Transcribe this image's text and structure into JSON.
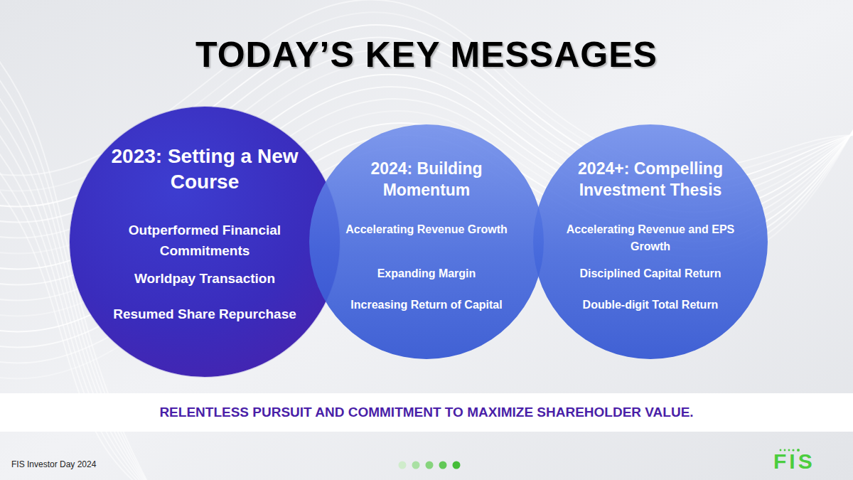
{
  "diagram": {
    "title": "TODAY’S KEY MESSAGES",
    "nodes": [
      {
        "text": [
          "2023: Setting a New Course",
          "Outperformed Financial Commitments",
          "Worldpay Transaction",
          "Resumed Share Repurchase"
        ]
      },
      {
        "text": [
          "2024: Building Momentum",
          "Accelerating Revenue Growth",
          "Expanding Margin",
          "Increasing Return of Capital"
        ]
      },
      {
        "text": [
          "2024+: Compelling Investment Thesis",
          "Accelerating Revenue and EPS Growth",
          "Disciplined Capital Return",
          "Double-digit Total Return"
        ]
      },
      {
        "text": [
          "RELENTLESS PURSUIT AND COMMITMENT TO MAXIMIZE SHAREHOLDER VALUE."
        ]
      }
    ],
    "labels": [
      "FIS Investor Day 2024",
      "FIS"
    ]
  }
}
